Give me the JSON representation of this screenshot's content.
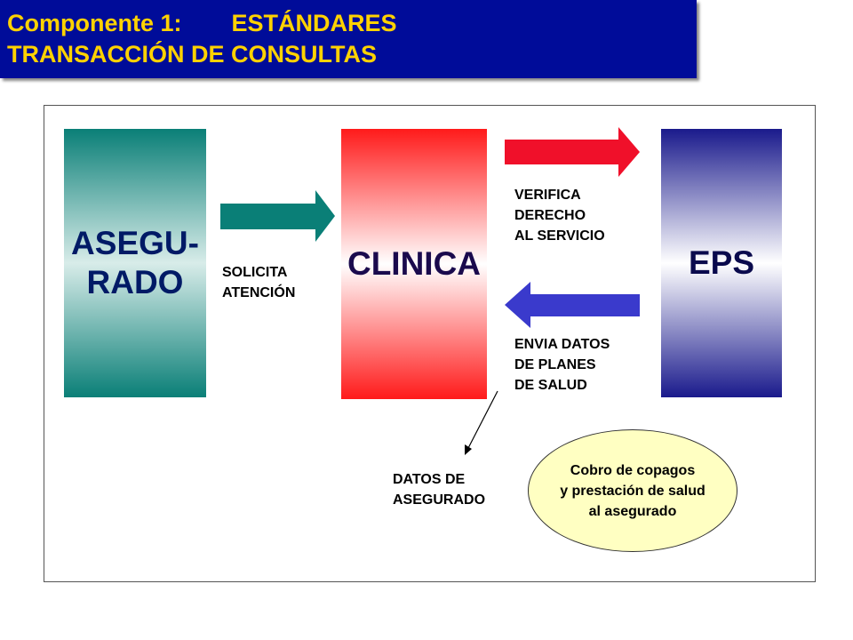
{
  "header": {
    "line1_a": "Componente 1:",
    "line1_b": "ESTÁNDARES",
    "line2": "TRANSACCIÓN DE CONSULTAS"
  },
  "nodes": {
    "asegurado": [
      "ASEGU-",
      "RADO"
    ],
    "clinica": "CLINICA",
    "eps": "EPS"
  },
  "labels": {
    "solicita": [
      "SOLICITA",
      "ATENCIÓN"
    ],
    "verifica": [
      "VERIFICA",
      "DERECHO",
      "AL SERVICIO"
    ],
    "envia": [
      "ENVIA DATOS",
      "DE PLANES",
      "DE SALUD"
    ],
    "datos": [
      "DATOS DE",
      "ASEGURADO"
    ]
  },
  "ellipse": [
    "Cobro de copagos",
    "y prestación de salud",
    "al asegurado"
  ],
  "colors": {
    "title_bg": "#000c99",
    "title_text": "#ffd200",
    "arrow_teal": "#0a7f77",
    "arrow_red": "#f0102a",
    "arrow_blue": "#3a3acc",
    "ellipse_fill": "#ffffc2"
  }
}
